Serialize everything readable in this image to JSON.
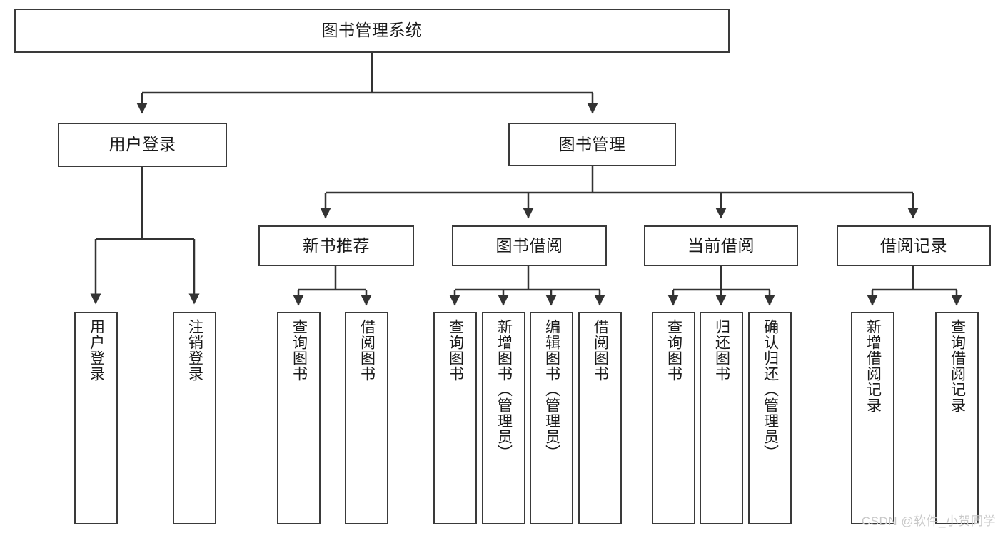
{
  "diagram": {
    "type": "hierarchy-tree",
    "title": "图书管理系统",
    "watermark": "CSDN @软件_小贺同学",
    "colors": {
      "border": "#3a3a3a",
      "background": "#ffffff",
      "text": "#1a1a1a",
      "connector": "#333333",
      "watermark": "#c8c8c8"
    },
    "levels": {
      "root": {
        "label": "图书管理系统"
      },
      "level2": [
        {
          "label": "用户登录"
        },
        {
          "label": "图书管理"
        }
      ],
      "level3": [
        {
          "label": "新书推荐"
        },
        {
          "label": "图书借阅"
        },
        {
          "label": "当前借阅"
        },
        {
          "label": "借阅记录"
        }
      ],
      "leaves": {
        "user_login": [
          {
            "label": "用户登录"
          },
          {
            "label": "注销登录"
          }
        ],
        "new_book_recommend": [
          {
            "label": "查询图书"
          },
          {
            "label": "借阅图书"
          }
        ],
        "book_borrow": [
          {
            "label": "查询图书"
          },
          {
            "label": "新增图书（管理员）"
          },
          {
            "label": "编辑图书（管理员）"
          },
          {
            "label": "借阅图书"
          }
        ],
        "current_borrow": [
          {
            "label": "查询图书"
          },
          {
            "label": "归还图书"
          },
          {
            "label": "确认归还（管理员）"
          }
        ],
        "borrow_record": [
          {
            "label": "新增借阅记录"
          },
          {
            "label": "查询借阅记录"
          }
        ]
      }
    }
  }
}
